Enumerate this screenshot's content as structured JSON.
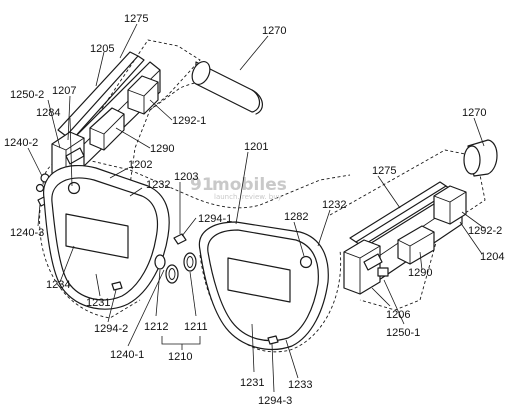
{
  "labels": {
    "l1275a": "1275",
    "l1205": "1205",
    "l1270a": "1270",
    "l1250_2": "1250-2",
    "l1207": "1207",
    "l1284": "1284",
    "l1240_2": "1240-2",
    "l1292_1": "1292-1",
    "l1290a": "1290",
    "l1202": "1202",
    "l1232a": "1232",
    "l1203": "1203",
    "l1201": "1201",
    "l1270b": "1270",
    "l1275b": "1275",
    "l1240_3": "1240-3",
    "l1294_1": "1294-1",
    "l1282": "1282",
    "l1232b": "1232",
    "l1292_2": "1292-2",
    "l1204": "1204",
    "l1290b": "1290",
    "l1234": "1234",
    "l1231a": "1231",
    "l1294_2": "1294-2",
    "l1212": "1212",
    "l1211": "1211",
    "l1210": "1210",
    "l1240_1": "1240-1",
    "l1206": "1206",
    "l1250_1": "1250-1",
    "l1231b": "1231",
    "l1233": "1233",
    "l1294_3": "1294-3"
  },
  "watermark": {
    "brand_num": "91",
    "brand_word": "mobiles",
    "tagline": "launch. review. buy"
  },
  "colors": {
    "line": "#1a1a1a",
    "background": "#ffffff",
    "watermark": "#c9c9c9"
  }
}
